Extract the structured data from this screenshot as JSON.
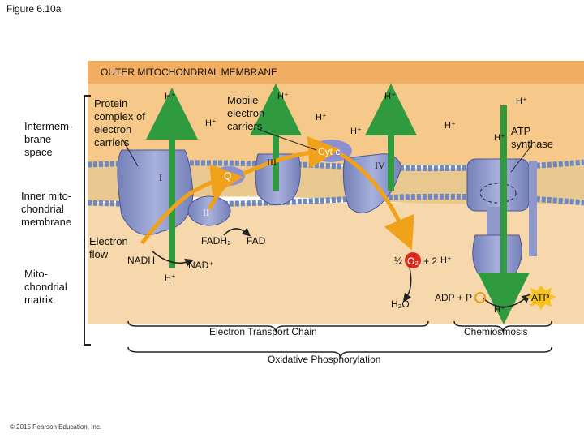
{
  "figure_title": "Figure 6.10a",
  "outer_membrane": "OUTER MITOCHONDRIAL MEMBRANE",
  "side_labels": {
    "intermembrane": "Intermem-brane space",
    "inner_membrane": "Inner mito-chondrial membrane",
    "matrix": "Mito-chondrial matrix"
  },
  "labels": {
    "protein_complex": "Protein complex of electron carriers",
    "mobile_carriers": "Mobile electron carriers",
    "atp_synthase": "ATP synthase",
    "cyt_c": "Cyt c",
    "q": "Q",
    "complex_1": "I",
    "complex_2": "II",
    "complex_3": "III",
    "complex_4": "IV",
    "electron_flow": "Electron flow",
    "nadh": "NADH",
    "nad_plus": "NAD⁺",
    "fadh2": "FADH₂",
    "fad": "FAD",
    "half": "½",
    "o2": "O₂",
    "plus_2h": "+ 2",
    "h2o": "H₂O",
    "adp_p": "ADP + P",
    "atp": "ATP",
    "h_plus": "H⁺",
    "etc": "Electron Transport Chain",
    "chemiosmosis": "Chemiosmosis",
    "oxphos": "Oxidative Phosphorylation"
  },
  "copyright": "© 2015 Pearson Education, Inc.",
  "colors": {
    "intermembrane": "#f6c98a",
    "outer_membrane": "#f1ae62",
    "matrix": "#f7d8ad",
    "lipid_head": "#8da3cf",
    "protein": "#8f98c8",
    "h_arrow": "#2f9a3e",
    "electron_arrow": "#f0a21a"
  }
}
